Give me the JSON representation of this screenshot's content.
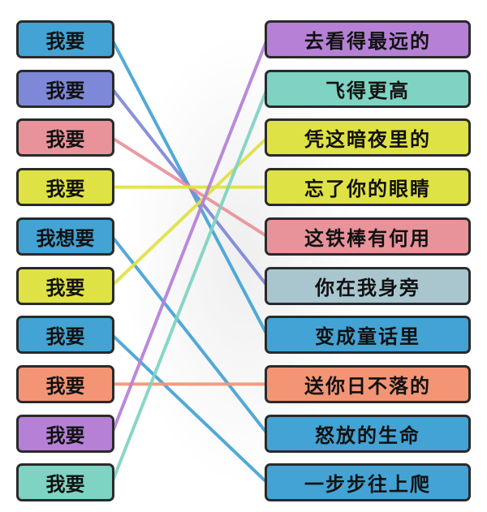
{
  "colors": {
    "blue": "#43a3d4",
    "indigo": "#7d88d8",
    "pink": "#e8939a",
    "yellow": "#dfe244",
    "orange": "#f39575",
    "purple": "#b580d6",
    "teal": "#7ed3c2",
    "grayblue": "#a9c6cf"
  },
  "left_items": [
    {
      "label": "我要",
      "color": "#43a3d4"
    },
    {
      "label": "我要",
      "color": "#7d88d8"
    },
    {
      "label": "我要",
      "color": "#e8939a"
    },
    {
      "label": "我要",
      "color": "#dfe244"
    },
    {
      "label": "我想要",
      "color": "#43a3d4"
    },
    {
      "label": "我要",
      "color": "#dfe244"
    },
    {
      "label": "我要",
      "color": "#43a3d4"
    },
    {
      "label": "我要",
      "color": "#f39575"
    },
    {
      "label": "我要",
      "color": "#b580d6"
    },
    {
      "label": "我要",
      "color": "#7ed3c2"
    }
  ],
  "right_items": [
    {
      "label": "去看得最远的",
      "color": "#b580d6"
    },
    {
      "label": "飞得更高",
      "color": "#7ed3c2"
    },
    {
      "label": "凭这暗夜里的",
      "color": "#dfe244"
    },
    {
      "label": "忘了你的眼睛",
      "color": "#dfe244"
    },
    {
      "label": "这铁棒有何用",
      "color": "#e8939a"
    },
    {
      "label": "你在我身旁",
      "color": "#a9c6cf"
    },
    {
      "label": "变成童话里",
      "color": "#43a3d4"
    },
    {
      "label": "送你日不落的",
      "color": "#f39575"
    },
    {
      "label": "怒放的生命",
      "color": "#43a3d4"
    },
    {
      "label": "一步步往上爬",
      "color": "#43a3d4"
    }
  ],
  "connections": [
    {
      "from": 0,
      "to": 6,
      "color": "#43a3d4"
    },
    {
      "from": 1,
      "to": 5,
      "color": "#7d88d8"
    },
    {
      "from": 2,
      "to": 4,
      "color": "#e8939a"
    },
    {
      "from": 3,
      "to": 3,
      "color": "#dfe244"
    },
    {
      "from": 4,
      "to": 8,
      "color": "#43a3d4"
    },
    {
      "from": 5,
      "to": 2,
      "color": "#dfe244"
    },
    {
      "from": 6,
      "to": 9,
      "color": "#43a3d4"
    },
    {
      "from": 7,
      "to": 7,
      "color": "#f39575"
    },
    {
      "from": 8,
      "to": 0,
      "color": "#b580d6"
    },
    {
      "from": 9,
      "to": 1,
      "color": "#7ed3c2"
    }
  ]
}
